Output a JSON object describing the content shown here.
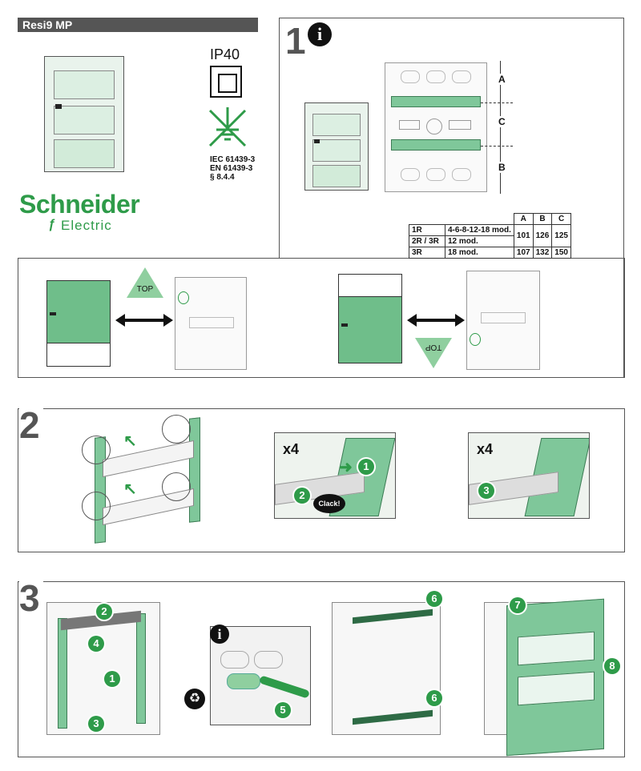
{
  "header": {
    "product": "Resi9 MP",
    "brand_name": "Schneider",
    "brand_sub": "Electric"
  },
  "rating": {
    "ip": "IP40",
    "norm_1": "IEC 61439-3",
    "norm_2": "EN 61439-3",
    "norm_3": "§ 8.4.4"
  },
  "step1": {
    "number": "1",
    "info_icon": "i",
    "dim_a": "A",
    "dim_b": "B",
    "dim_c": "C",
    "table": {
      "headers": [
        "A",
        "B",
        "C"
      ],
      "rows": [
        {
          "type": "1R",
          "mods": "4-6-8-12-18 mod.",
          "a": "101",
          "b": "126",
          "c": "125"
        },
        {
          "type": "2R / 3R",
          "mods": "12 mod."
        },
        {
          "type": "3R",
          "mods": "18 mod.",
          "a": "107",
          "b": "132",
          "c": "150"
        }
      ]
    },
    "top_label": "TOP",
    "top_label_flipped": "TOP"
  },
  "step2": {
    "number": "2",
    "x4_a": "x4",
    "x4_b": "x4",
    "badge_1": "1",
    "badge_2": "2",
    "badge_3": "3",
    "clack": "Clack!"
  },
  "step3": {
    "number": "3",
    "info_icon": "i",
    "badges": [
      "2",
      "4",
      "1",
      "3",
      "5",
      "6",
      "6",
      "7",
      "8"
    ]
  },
  "colors": {
    "green": "#2e9b49",
    "cover_green": "#6fbe8a",
    "frame_gray": "#555555"
  }
}
